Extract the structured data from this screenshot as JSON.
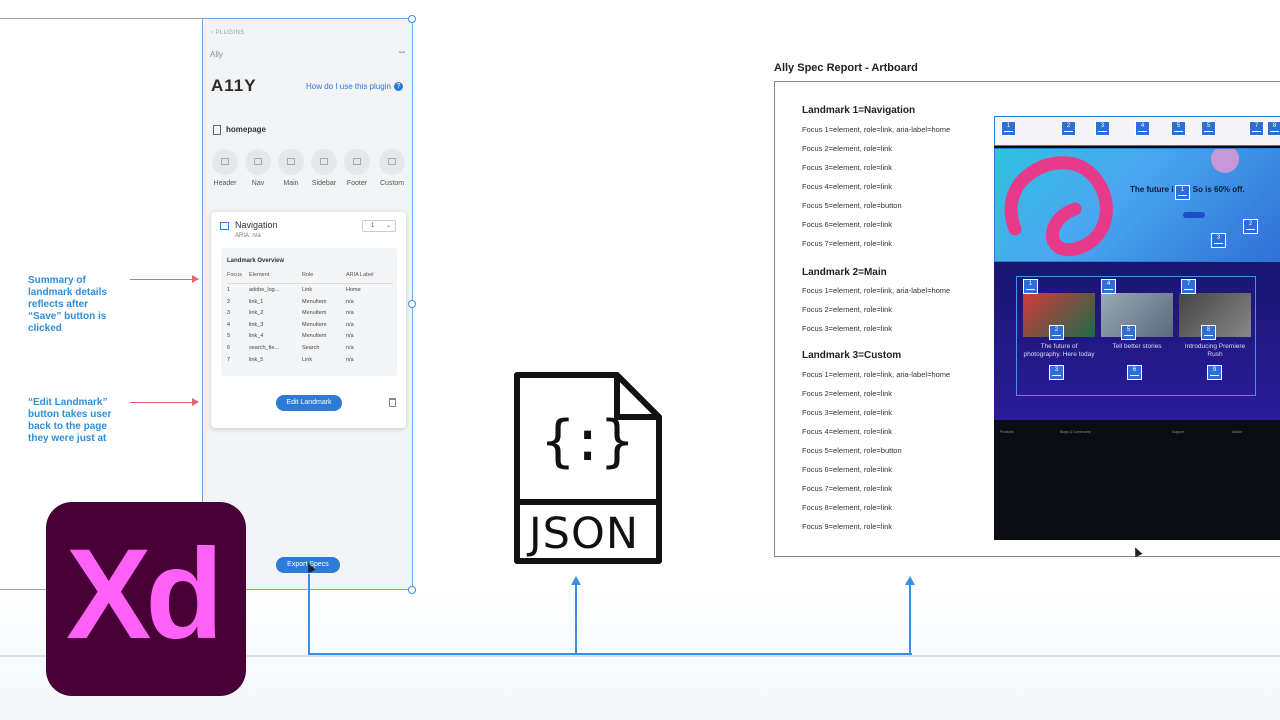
{
  "plugin": {
    "back_label": "PLUGINS",
    "plugin_name": "Ally",
    "minimize": "–",
    "logo": "A11Y",
    "help_link": "How do I use this plugin",
    "help_icon": "?",
    "page_name": "homepage",
    "landmarks": [
      {
        "label": "Header",
        "icon": "header-icon"
      },
      {
        "label": "Nav",
        "icon": "nav-icon"
      },
      {
        "label": "Main",
        "icon": "main-icon"
      },
      {
        "label": "Sidebar",
        "icon": "sidebar-icon"
      },
      {
        "label": "Footer",
        "icon": "footer-icon"
      },
      {
        "label": "Custom",
        "icon": "custom-icon"
      }
    ],
    "card": {
      "title": "Navigation",
      "aria": "ARIA: n/a",
      "select_value": "1",
      "overview_title": "Landmark Overview",
      "columns": [
        "Focus",
        "Element",
        "Role",
        "ARIA Label"
      ],
      "rows": [
        [
          "1",
          "adobe_log...",
          "Link",
          "Home"
        ],
        [
          "2",
          "link_1",
          "MenuItem",
          "n/a"
        ],
        [
          "3",
          "link_2",
          "MenuItem",
          "n/a"
        ],
        [
          "4",
          "link_3",
          "MenuItem",
          "n/a"
        ],
        [
          "5",
          "link_4",
          "MenuItem",
          "n/a"
        ],
        [
          "6",
          "search_fie...",
          "Search",
          "n/a"
        ],
        [
          "7",
          "link_5",
          "Link",
          "n/a"
        ]
      ],
      "edit_button": "Edit Landmark"
    },
    "export_button": "Export Specs"
  },
  "annotations": {
    "note1": "Summary of landmark details reflects after “Save” button is clicked",
    "note2": "“Edit Landmark” button takes user back to the page they were just at",
    "accent": "#2d8fd8",
    "arrow_color": "#e06868"
  },
  "json_icon": {
    "label": "JSON",
    "glyph": "{:}"
  },
  "spec": {
    "title": "Ally Spec Report - Artboard",
    "sections": [
      {
        "heading": "Landmark 1=Navigation",
        "items": [
          "Focus 1=element, role=link, aria-label=home",
          "Focus 2=element, role=link",
          "Focus 3=element, role=link",
          "Focus 4=element, role=link",
          "Focus 5=element, role=button",
          "Focus 6=element, role=link",
          "Focus 7=element, role=link"
        ]
      },
      {
        "heading": "Landmark 2=Main",
        "items": [
          "Focus 1=element, role=link, aria-label=home",
          "Focus 2=element, role=link",
          "Focus 3=element, role=link"
        ]
      },
      {
        "heading": "Landmark 3=Custom",
        "items": [
          "Focus 1=element, role=link, aria-label=home",
          "Focus 2=element, role=link",
          "Focus 3=element, role=link",
          "Focus 4=element, role=link",
          "Focus 5=element, role=button",
          "Focus 6=element, role=link",
          "Focus 7=element, role=link",
          "Focus 8=element, role=link",
          "Focus 9=element, role=link"
        ]
      }
    ],
    "screenshot": {
      "hero_text": "The future i   urs. So is 60% off.",
      "cards": [
        "The future of photography. Here today",
        "Tell better stories",
        "Introducing Premiere Rush"
      ],
      "footer_cols": [
        "Products",
        "Blogs & Community",
        "Support",
        "Adobe"
      ]
    }
  },
  "xd_logo": {
    "text": "Xd",
    "bg": "#470137",
    "fg": "#ff61f6"
  }
}
